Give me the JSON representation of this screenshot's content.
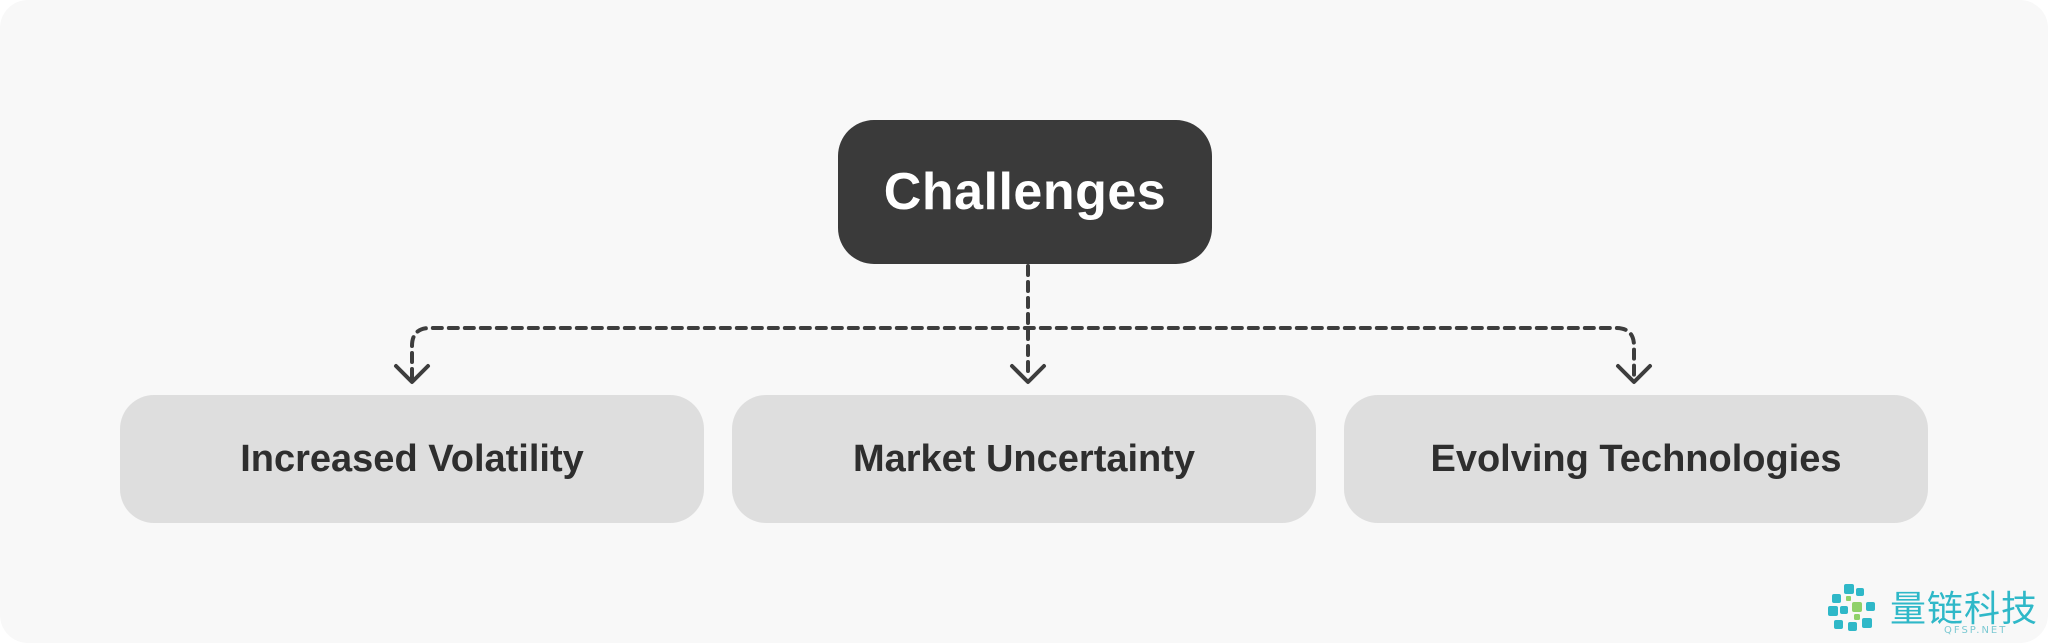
{
  "diagram": {
    "root": {
      "label": "Challenges"
    },
    "children": [
      {
        "label": "Increased Volatility"
      },
      {
        "label": "Market Uncertainty"
      },
      {
        "label": "Evolving Technologies"
      }
    ]
  },
  "watermark": {
    "text": "量链科技",
    "subtext": "QFSP.NET",
    "color": "#2fb8c8"
  },
  "colors": {
    "background": "#f8f8f8",
    "root_fill": "#3a3a3a",
    "root_text": "#ffffff",
    "child_fill": "#dedede",
    "child_text": "#2e2e2e",
    "connector": "#3d3d3d"
  }
}
